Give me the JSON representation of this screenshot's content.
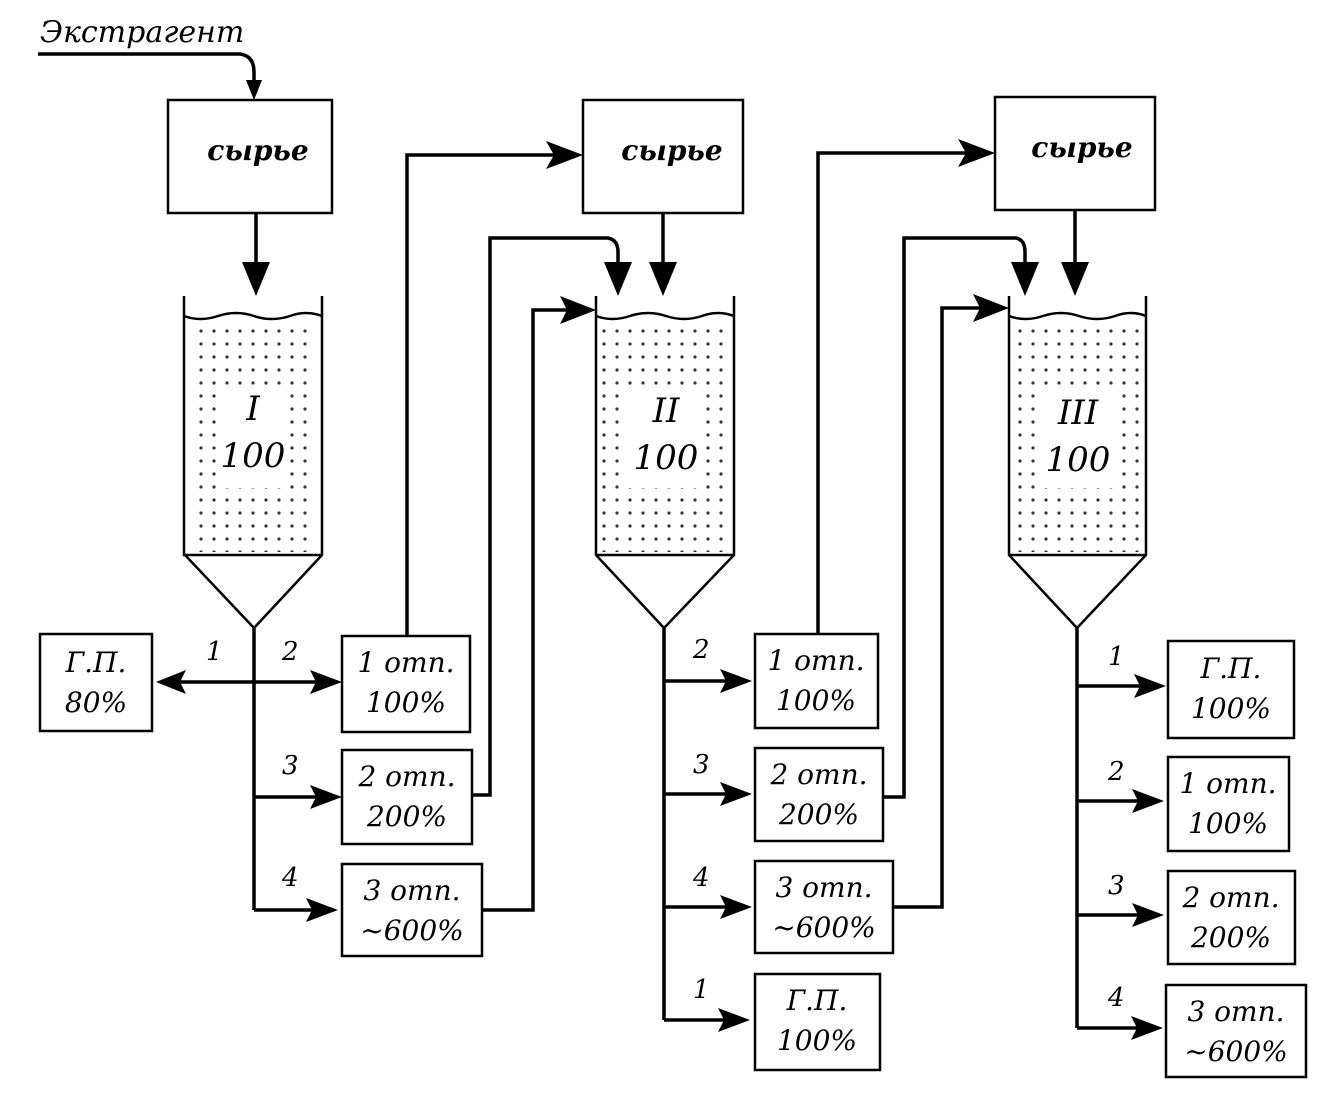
{
  "extragent_label": "Экстрагент",
  "raw_label": "сырье",
  "vessels": [
    {
      "roman": "I",
      "value": "100"
    },
    {
      "roman": "II",
      "value": "100"
    },
    {
      "roman": "III",
      "value": "100"
    }
  ],
  "outputs": {
    "v1": [
      {
        "num": "1",
        "line1": "Г.П.",
        "line2": "80%"
      },
      {
        "num": "2",
        "line1": "1 отп.",
        "line2": "100%"
      },
      {
        "num": "3",
        "line1": "2 отп.",
        "line2": "200%"
      },
      {
        "num": "4",
        "line1": "3 отп.",
        "line2": "~600%"
      }
    ],
    "v2": [
      {
        "num": "2",
        "line1": "1 отп.",
        "line2": "100%"
      },
      {
        "num": "3",
        "line1": "2 отп.",
        "line2": "200%"
      },
      {
        "num": "4",
        "line1": "3 отп.",
        "line2": "~600%"
      },
      {
        "num": "1",
        "line1": "Г.П.",
        "line2": "100%"
      }
    ],
    "v3": [
      {
        "num": "1",
        "line1": "Г.П.",
        "line2": "100%"
      },
      {
        "num": "2",
        "line1": "1 отп.",
        "line2": "100%"
      },
      {
        "num": "3",
        "line1": "2 отп.",
        "line2": "200%"
      },
      {
        "num": "4",
        "line1": "3 отп.",
        "line2": "~600%"
      }
    ]
  }
}
